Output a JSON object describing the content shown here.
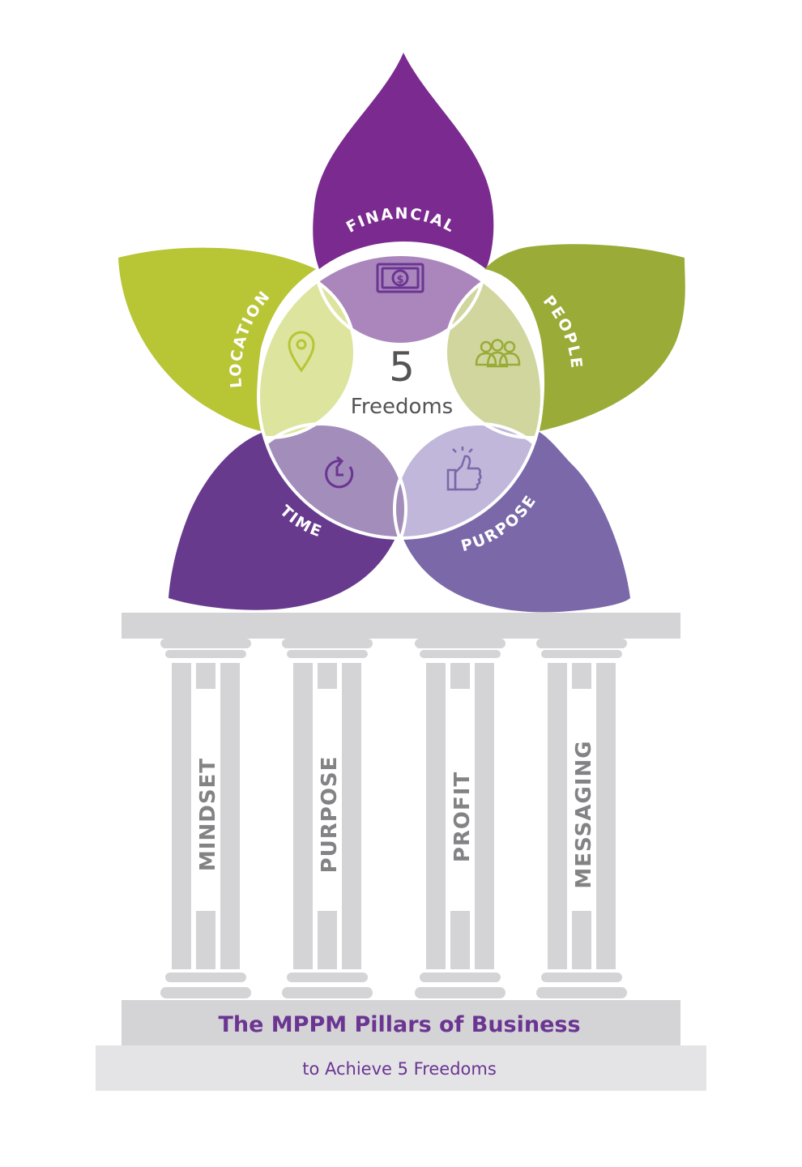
{
  "center": {
    "number": "5",
    "word": "Freedoms"
  },
  "petals": {
    "financial": {
      "label": "FINANCIAL",
      "icon": "money-bill-icon",
      "color": "#7b2a8f",
      "overlap": "#aa86bc"
    },
    "people": {
      "label": "PEOPLE",
      "icon": "group-people-icon",
      "color": "#9aab37",
      "overlap": "#d0d69d"
    },
    "purpose": {
      "label": "PURPOSE",
      "icon": "thumbs-up-icon",
      "color": "#7a68a9",
      "overlap": "#c0b7da"
    },
    "time": {
      "label": "TIME",
      "icon": "clock-icon",
      "color": "#673a8e",
      "overlap": "#a38dbb"
    },
    "location": {
      "label": "LOCATION",
      "icon": "map-pin-icon",
      "color": "#b8c535",
      "overlap": "#dde49e"
    }
  },
  "pillars": [
    {
      "label": "MINDSET"
    },
    {
      "label": "PURPOSE"
    },
    {
      "label": "PROFIT"
    },
    {
      "label": "MESSAGING"
    }
  ],
  "base": {
    "title": "The MPPM Pillars of Business",
    "subtitle": "to Achieve 5 Freedoms"
  }
}
